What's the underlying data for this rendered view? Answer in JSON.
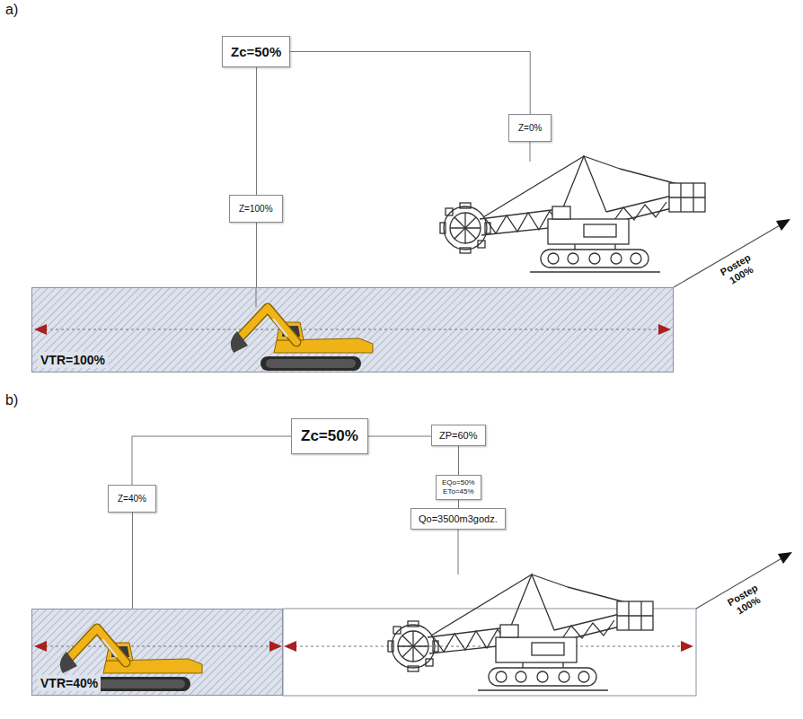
{
  "diagram": {
    "nodes": [
      {
        "text": [
          "Zc=50%"
        ]
      },
      {
        "text": [
          "Z=0%"
        ]
      },
      {
        "text": [
          "Z=100%"
        ]
      },
      {
        "text": [
          "VTR=100%"
        ]
      },
      {
        "text": [
          "Zc=50%"
        ]
      },
      {
        "text": [
          "Z=40%"
        ]
      },
      {
        "text": [
          "ZP=60%"
        ]
      },
      {
        "text": [
          "EQo=50%",
          "ETo=45%"
        ]
      },
      {
        "text": [
          "Qo=3500m3godz."
        ]
      },
      {
        "text": [
          "VTR=40%"
        ]
      }
    ],
    "edges": [
      {
        "from": 0,
        "to": 2,
        "arrow": "none"
      },
      {
        "from": 0,
        "to": 1,
        "arrow": "none"
      },
      {
        "from": 2,
        "to": 3,
        "arrow": "none"
      },
      {
        "from": 4,
        "to": 5,
        "arrow": "none"
      },
      {
        "from": 4,
        "to": 6,
        "arrow": "none"
      },
      {
        "from": 6,
        "to": 7,
        "arrow": "none"
      },
      {
        "from": 7,
        "to": 8,
        "arrow": "none"
      },
      {
        "from": 5,
        "to": 9,
        "arrow": "none"
      }
    ],
    "labels": [
      "a)",
      "Postep 100%",
      "b)",
      "Postep 100%"
    ]
  }
}
